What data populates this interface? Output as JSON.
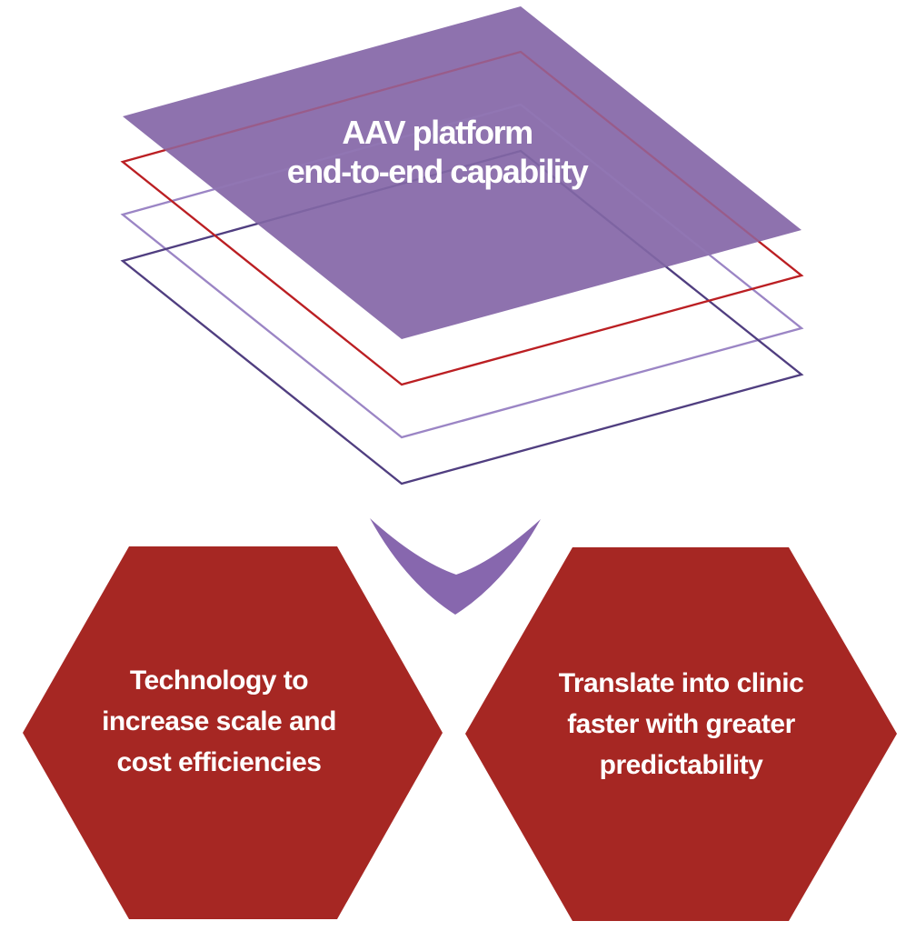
{
  "title_plane": {
    "label_line1": "AAV platform",
    "label_line2": "end-to-end capability",
    "fill_color": "#8E72AE",
    "text_color": "#FFFFFF"
  },
  "outline_planes": [
    {
      "name": "red-plane",
      "color": "#BB1F23"
    },
    {
      "name": "light-purple-plane",
      "color": "#9B85C5"
    },
    {
      "name": "dark-purple-plane",
      "color": "#503E80"
    }
  ],
  "arrow": {
    "direction": "down",
    "color": "#8767AE"
  },
  "hexagons": [
    {
      "id": "left",
      "fill_color": "#A62723",
      "text_color": "#FFFFFF",
      "lines": [
        "Technology to",
        "increase scale and",
        "cost efficiencies"
      ]
    },
    {
      "id": "right",
      "fill_color": "#A62723",
      "text_color": "#FFFFFF",
      "lines": [
        "Translate into clinic",
        "faster with greater",
        "predictability"
      ]
    }
  ]
}
